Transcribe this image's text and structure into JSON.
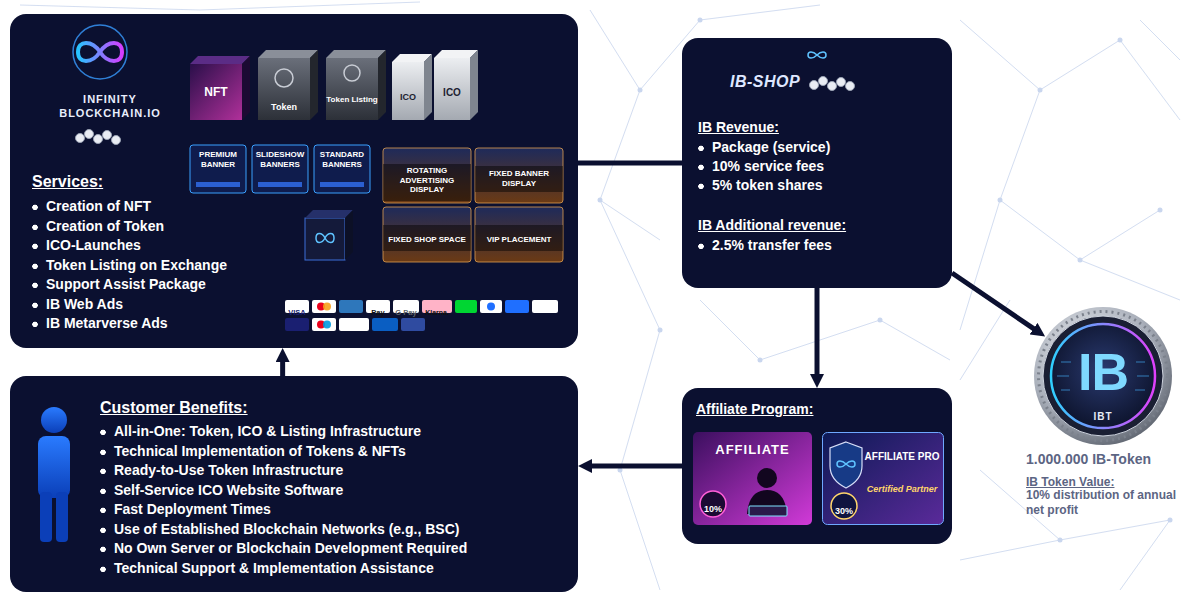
{
  "diagram": {
    "nodes": [
      {
        "text": [
          "INFINITY BLOCKCHAIN.IO",
          "Services:",
          "Creation of NFT",
          "Creation of Token",
          "ICO-Launches",
          "Token Listing on Exchange",
          "Support Assist Package",
          "IB Web Ads",
          "IB Metarverse Ads"
        ]
      },
      {
        "text": [
          "IB-SHOP",
          "IB Revenue:",
          "Package (service)",
          "10% service fees",
          "5% token shares",
          "IB Additional revenue:",
          "2.5% transfer fees"
        ]
      },
      {
        "text": [
          "IB",
          "IBT"
        ]
      },
      {
        "text": [
          "Affiliate Program:"
        ]
      },
      {
        "text": [
          "AFFILIATE",
          "10%"
        ],
        "in": 3
      },
      {
        "text": [
          "AFFILIATE PRO",
          "Certified Partner",
          "30%"
        ],
        "in": 3
      },
      {
        "text": [
          "Customer Benefits:",
          "All-in-One: Token, ICO & Listing Infrastructure",
          "Technical Implementation of Tokens & NFTs",
          "Ready-to-Use Token Infrastructure",
          "Self-Service ICO Website Software",
          "Fast Deployment Times",
          "Use of Established Blockchain Networks (e.g., BSC)",
          "No Own Server or Blockchain Development Required",
          "Technical Support & Implementation Assistance"
        ]
      }
    ],
    "edges": [
      {
        "from": 0,
        "to": 1,
        "arrow": "none"
      },
      {
        "from": 1,
        "to": 2,
        "arrow": "to"
      },
      {
        "from": 1,
        "to": 3,
        "arrow": "to"
      },
      {
        "from": 3,
        "to": 6,
        "arrow": "to"
      },
      {
        "from": 6,
        "to": 0,
        "arrow": "to"
      }
    ],
    "labels": [
      "NFT",
      "Token",
      "Token Listing",
      "ICO",
      "ICO",
      "PREMIUM BANNER",
      "SLIDESHOW BANNERS",
      "STANDARD BANNERS",
      "ROTATING ADVERTISING DISPLAY",
      "FIXED BANNER DISPLAY",
      "FIXED SHOP SPACE",
      "VIP PLACEMENT",
      "VISA",
      "Pay",
      "G Pay",
      "Klarna.",
      "1.000.000 IB-Token",
      "IB Token Value:",
      "10% distribution of annual net profit"
    ]
  }
}
